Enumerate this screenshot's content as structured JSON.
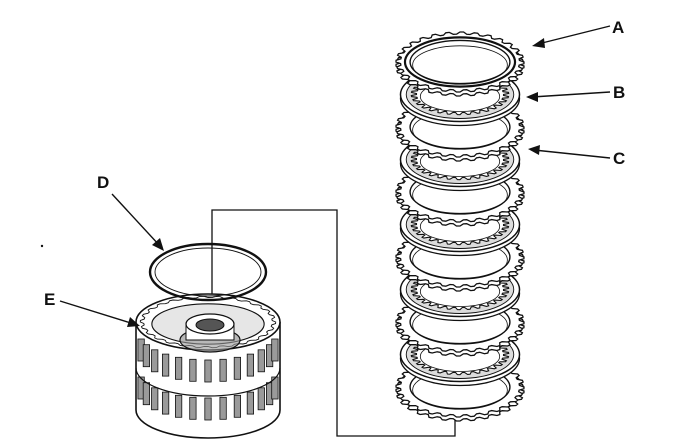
{
  "diagram": {
    "callouts": {
      "a": "A",
      "b": "B",
      "c": "C",
      "d": "D",
      "e": "E"
    },
    "colors": {
      "ink": "#111111",
      "paper": "#ffffff",
      "shade": "#9a9a9a"
    },
    "stack_order": [
      "A",
      "B",
      "C",
      "B",
      "C",
      "B",
      "C",
      "B",
      "C",
      "B",
      "C"
    ]
  }
}
